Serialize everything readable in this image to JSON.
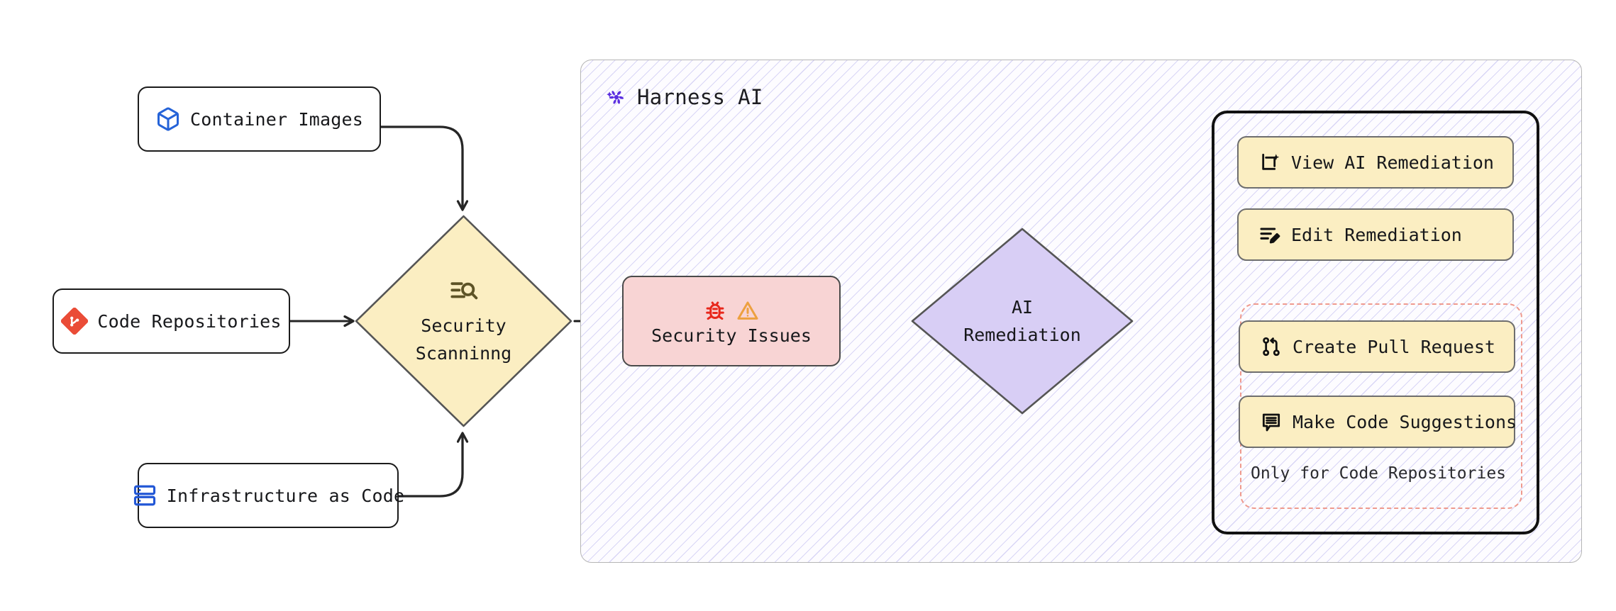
{
  "diagram": {
    "type": "flowchart",
    "title": "Harness AI Security Scanning and Remediation Flow"
  },
  "inputs": [
    {
      "id": "container-images",
      "label": "Container Images",
      "icon": "cube-icon",
      "icon_color": "#2563d8"
    },
    {
      "id": "code-repositories",
      "label": "Code Repositories",
      "icon": "git-repository-icon",
      "icon_color": "#ea4c37"
    },
    {
      "id": "infrastructure-as-code",
      "label": "Infrastructure as Code",
      "icon": "server-stack-icon",
      "icon_color": "#2257d6"
    }
  ],
  "scanning": {
    "label": "Security\nScanninng",
    "line1": "Security",
    "line2": "Scanninng",
    "icon": "text-search-icon",
    "fill": "#fbeec2",
    "stroke": "#555555"
  },
  "issues": {
    "label": "Security Issues",
    "icons": [
      "bug-icon",
      "warning-triangle-icon"
    ],
    "fill": "#f8d4d4",
    "stroke": "#4a4a4a",
    "bug_color": "#e8281c",
    "warning_color": "#eda03f"
  },
  "remediation": {
    "line1": "AI",
    "line2": "Remediation",
    "fill": "#d8cef5",
    "stroke": "#555555"
  },
  "container": {
    "title": "Harness AI",
    "logo": "harness-pinwheel-icon",
    "logo_color": "#5b2fe0",
    "border_color": "#b5b5b5",
    "hatch_color": "#d9d6f6"
  },
  "actions": {
    "items": [
      {
        "id": "view-ai-remediation",
        "label": "View AI Remediation",
        "icon": "ai-sparkle-square-icon"
      },
      {
        "id": "edit-remediation",
        "label": "Edit Remediation",
        "icon": "lines-pencil-icon"
      },
      {
        "id": "create-pull-request",
        "label": "Create Pull Request",
        "icon": "git-pull-request-icon"
      },
      {
        "id": "make-code-suggestions",
        "label": "Make Code Suggestions",
        "icon": "comment-lines-icon"
      }
    ],
    "caption": "Only for Code Repositories",
    "button_fill": "#fbeec2",
    "button_stroke": "#6e6e6e",
    "panel_stroke": "#111111",
    "dashed_stroke": "#ef9a8e"
  },
  "edges": [
    {
      "from": "container-images",
      "to": "security-scanning",
      "style": "elbow-down"
    },
    {
      "from": "code-repositories",
      "to": "security-scanning",
      "style": "straight"
    },
    {
      "from": "infrastructure-as-code",
      "to": "security-scanning",
      "style": "elbow-up"
    },
    {
      "from": "security-scanning",
      "to": "security-issues",
      "style": "straight"
    },
    {
      "from": "security-issues",
      "to": "ai-remediation",
      "style": "straight"
    },
    {
      "from": "ai-remediation",
      "to": "actions-panel",
      "style": "straight"
    }
  ]
}
